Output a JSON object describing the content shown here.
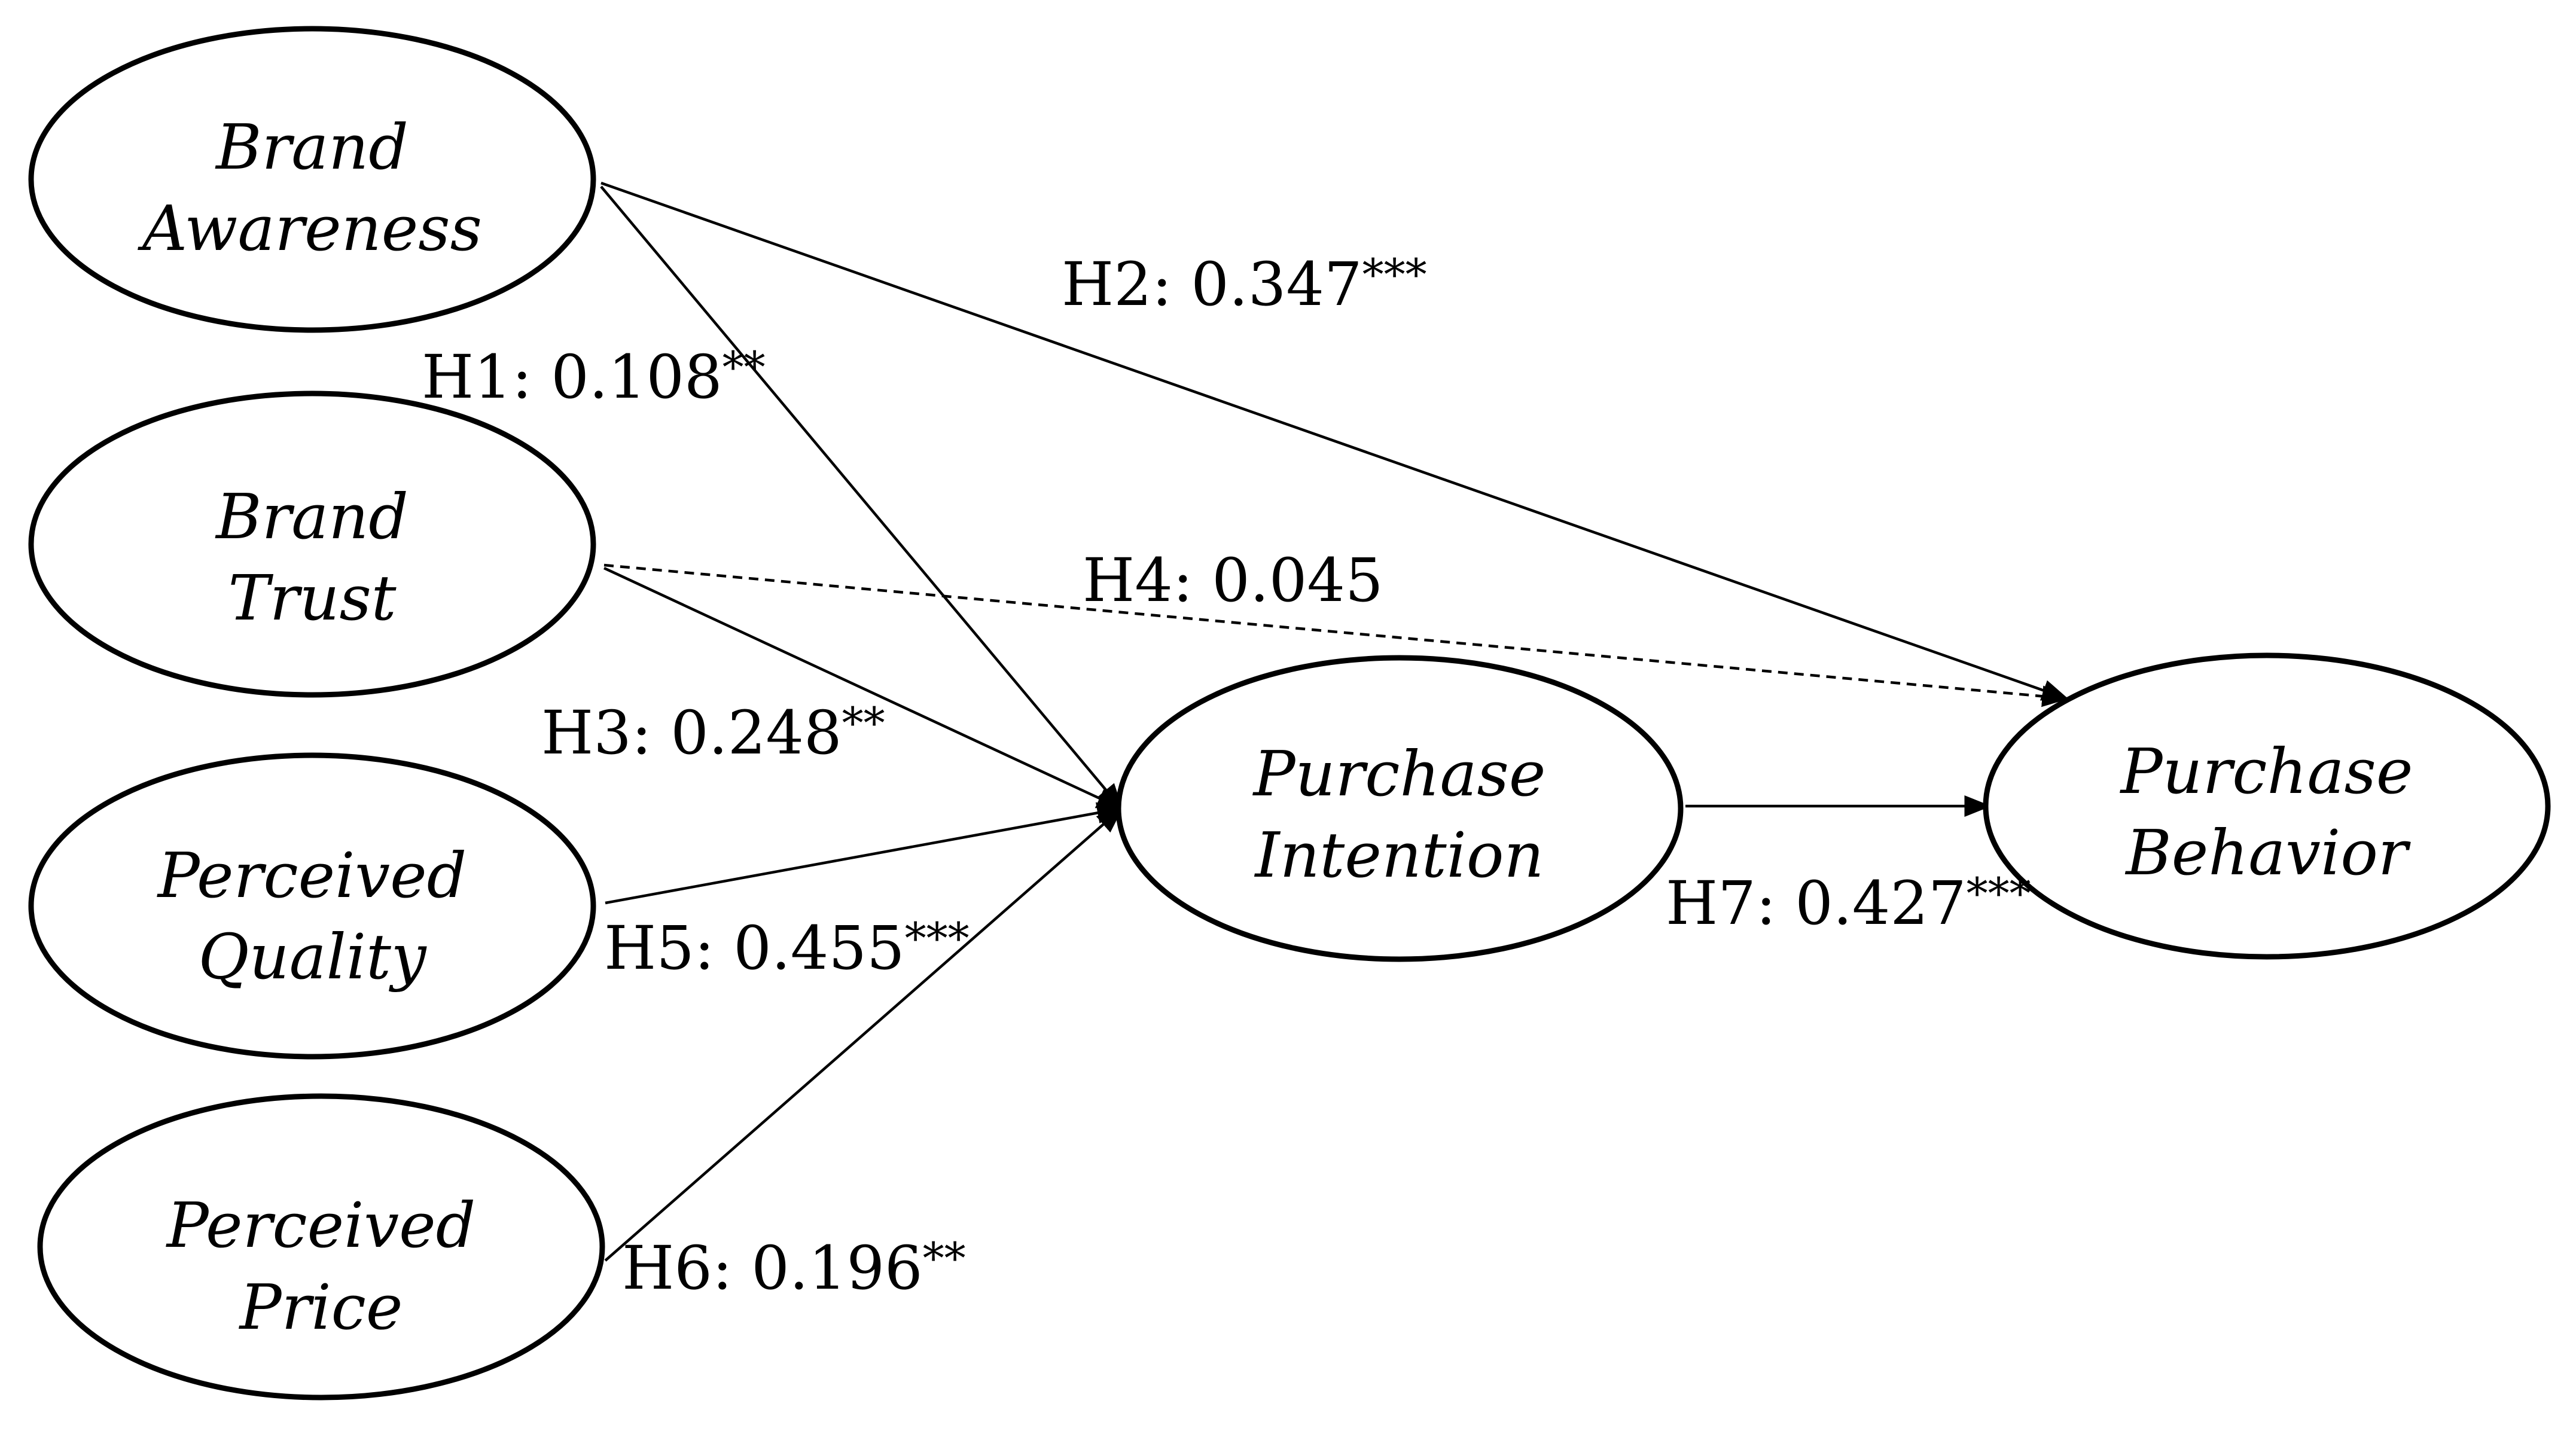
{
  "nodes": {
    "brand_awareness": {
      "lines": [
        "Brand",
        "Awareness"
      ]
    },
    "brand_trust": {
      "lines": [
        "Brand",
        "Trust"
      ]
    },
    "perceived_quality": {
      "lines": [
        "Perceived",
        "Quality"
      ]
    },
    "perceived_price": {
      "lines": [
        "Perceived",
        "Price"
      ]
    },
    "purchase_intention": {
      "lines": [
        "Purchase",
        "Intention"
      ]
    },
    "purchase_behavior": {
      "lines": [
        "Purchase",
        "Behavior"
      ]
    }
  },
  "edges": {
    "h1": {
      "from": "Brand Awareness",
      "to": "Purchase Intention",
      "label": "H1: 0.108",
      "significance": "**",
      "style": "solid"
    },
    "h2": {
      "from": "Brand Awareness",
      "to": "Purchase Behavior",
      "label": "H2: 0.347",
      "significance": "***",
      "style": "solid"
    },
    "h3": {
      "from": "Brand Trust",
      "to": "Purchase Intention",
      "label": "H3: 0.248",
      "significance": "**",
      "style": "solid"
    },
    "h4": {
      "from": "Brand Trust",
      "to": "Purchase Behavior",
      "label": "H4: 0.045",
      "significance": "",
      "style": "dashed"
    },
    "h5": {
      "from": "Perceived Quality",
      "to": "Purchase Intention",
      "label": "H5: 0.455",
      "significance": "***",
      "style": "solid"
    },
    "h6": {
      "from": "Perceived Price",
      "to": "Purchase Intention",
      "label": "H6: 0.196",
      "significance": "**",
      "style": "solid"
    },
    "h7": {
      "from": "Purchase Intention",
      "to": "Purchase Behavior",
      "label": "H7: 0.427",
      "significance": "***",
      "style": "solid"
    }
  },
  "colors": {
    "stroke": "#000000",
    "background": "#ffffff"
  }
}
